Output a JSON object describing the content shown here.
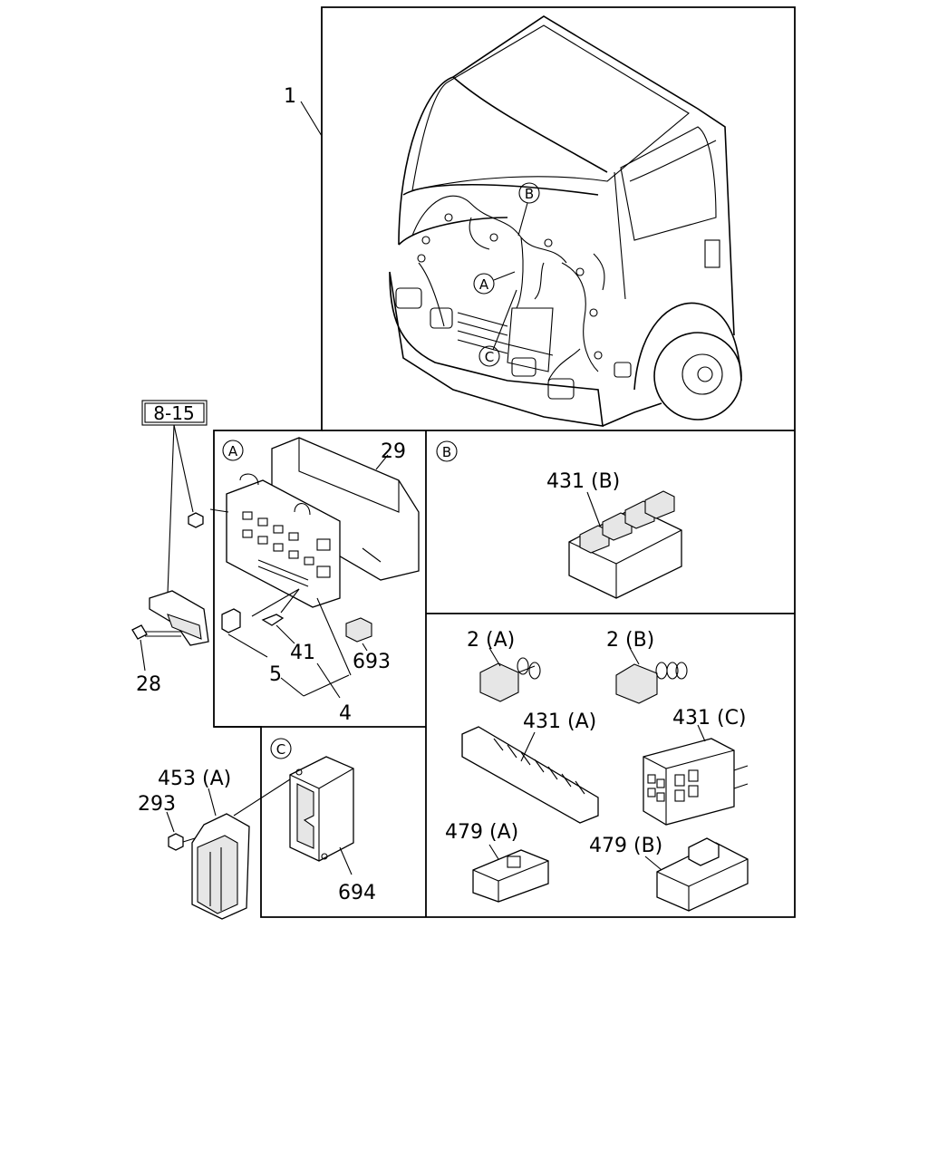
{
  "labels": {
    "p1": "1",
    "p29": "29",
    "p41": "41",
    "p693": "693",
    "p5": "5",
    "p4": "4",
    "p28": "28",
    "p431b": "431 (B)",
    "p2a": "2 (A)",
    "p2b": "2 (B)",
    "p431a": "431 (A)",
    "p431c": "431 (C)",
    "p479a": "479 (A)",
    "p479b": "479 (B)",
    "p453a": "453 (A)",
    "p293": "293",
    "p694": "694"
  },
  "reference_box": "8-15",
  "callouts": {
    "a": "A",
    "b": "B",
    "c": "C"
  }
}
